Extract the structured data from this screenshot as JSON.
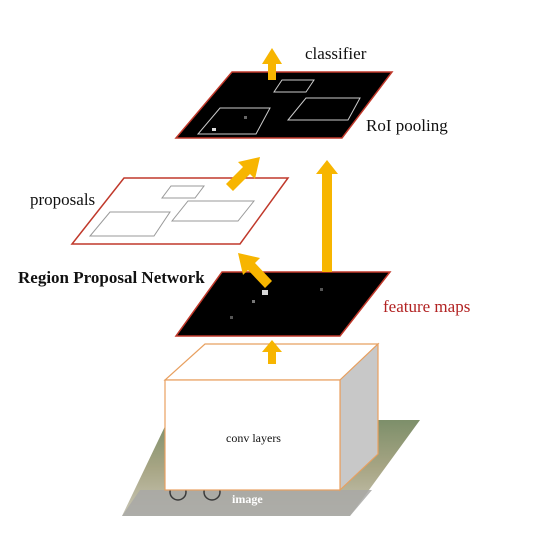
{
  "labels": {
    "classifier": "classifier",
    "roi_pooling": "RoI pooling",
    "proposals": "proposals",
    "rpn": "Region Proposal Network",
    "feature_maps": "feature maps",
    "conv_layers": "conv layers",
    "image": "image"
  },
  "colors": {
    "arrow": "#f7b500",
    "feature_map": "#000000",
    "plane_border": "#c0392b",
    "feature_label": "#b22222",
    "conv_block_border": "#e8a060",
    "conv_block_side": "#c8c8c8",
    "box_outline": "#cccccc"
  },
  "icons": {
    "arrows": "up-arrow",
    "image": "photo-thumbnail"
  }
}
